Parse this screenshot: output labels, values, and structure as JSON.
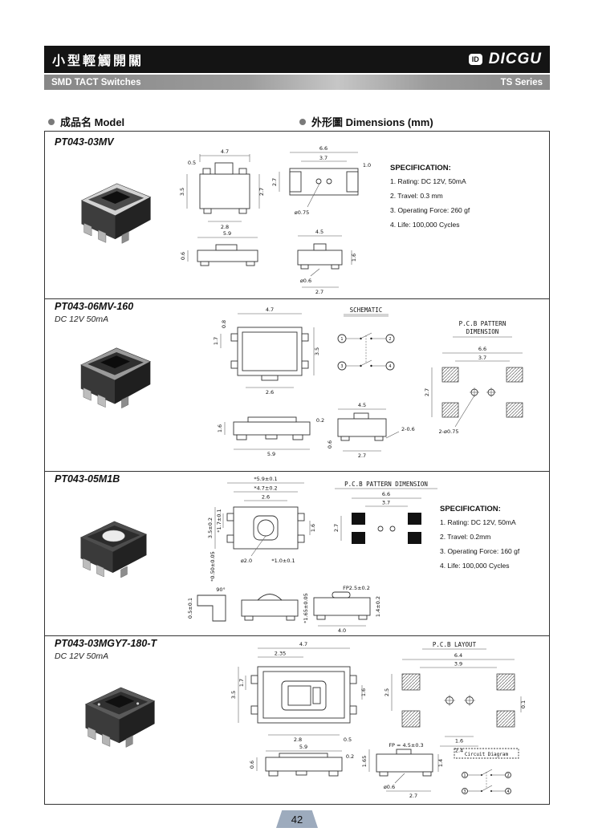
{
  "colors": {
    "header_bg": "#141414",
    "badge_bg": "#9dabbd",
    "page_bg": "#ffffff"
  },
  "header": {
    "title_cn": "小型輕觸開關",
    "brand": "DICGU",
    "brand_icon": "ID",
    "bar_left": "SMD TACT Switches",
    "bar_right": "TS Series"
  },
  "section_labels": {
    "model": "成品名 Model",
    "dimensions": "外形圖 Dimensions (mm)"
  },
  "footer": {
    "page_number": "42"
  },
  "products": [
    {
      "model": "PT043-03MV",
      "spec": {
        "title": "SPECIFICATION:",
        "items": [
          "1. Rating: DC 12V, 50mA",
          "2. Travel: 0.3 mm",
          "3. Operating Force:  260 gf",
          "4. Life: 100,000 Cycles"
        ]
      },
      "dims": {
        "a_w": "4.7",
        "a_tab": "0.5",
        "a_h": "3.5",
        "a_r": "2.7",
        "a_base": "2.8",
        "b_w": "6.6",
        "b_inner": "3.7",
        "b_pad": "1.0",
        "b_h": "2.7",
        "b_hole": "ø0.75",
        "c_w": "5.9",
        "c_h": "0.6",
        "d_w": "4.5",
        "d_h": "1.6",
        "d_hole": "ø0.6",
        "d_base": "2.7"
      }
    },
    {
      "model": "PT043-06MV-160",
      "rating": "DC 12V  50mA",
      "schematic_title": "SCHEMATIC",
      "pcb_title_line1": "P.C.B PATTERN",
      "pcb_title_line2": "DIMENSION",
      "pins": [
        "1",
        "2",
        "3",
        "4"
      ],
      "dims": {
        "a_w": "4.7",
        "a_tab": "0.8",
        "a_pin": "1.7",
        "a_h": "3.5",
        "a_base": "2.6",
        "b_w": "6.6",
        "b_inner": "3.7",
        "b_h": "2.7",
        "b_hole": "2-ø0.75",
        "c_w": "5.9",
        "c_t": "0.2",
        "c_h": "1.6",
        "d_w": "4.5",
        "d_base": "2.7",
        "d_foot": "0.6",
        "d_slot": "2-0.6"
      }
    },
    {
      "model": "PT043-05M1B",
      "pcb_title": "P.C.B PATTERN DIMENSION",
      "spec": {
        "title": "SPECIFICATION:",
        "items": [
          "1. Rating: DC 12V, 50mA",
          "2. Travel:  0.2mm",
          "3. Operating Force: 160 gf",
          "4. Life: 100,000 Cycles"
        ]
      },
      "dims": {
        "a_w1": "*5.9±0.1",
        "a_w2": "*4.7±0.2",
        "a_w3": "2.6",
        "a_h": "3.5±0.2",
        "a_pin": "*1.7±0.1",
        "a_r": "1.6",
        "a_btn": "ø2.0",
        "a_lead": "*1.0±0.1",
        "a_lt": "*0.50±0.05",
        "b_w": "6.6",
        "b_inner": "3.7",
        "b_h": "2.7",
        "c_a": "0.5±0.1",
        "c_b": "90°",
        "d_h": "*1.65±0.05",
        "e_fp": "FP2.5±0.2",
        "e_w": "4.0",
        "e_h": "1.4±0.2"
      }
    },
    {
      "model": "PT043-03MGY7-180-T",
      "rating": "DC 12V  50mA",
      "pcb_title": "P.C.B LAYOUT",
      "circuit_title": "Circuit Diagram",
      "pins": [
        "1",
        "2",
        "3",
        "4"
      ],
      "dims": {
        "a_w": "4.7",
        "a_w2": "2.35",
        "a_h": "3.5",
        "a_pin": "1.7",
        "a_base": "2.8",
        "a_tab": "0.5",
        "a_r": "1.6",
        "b_w": "6.4",
        "b_inner": "3.9",
        "b_h": "2.5",
        "b_gap": "0.1",
        "b_b1": "1.6",
        "b_b2": "2.4",
        "c_w": "5.9",
        "c_t": "0.2",
        "c_h": "0.6",
        "e_fp": "FP = 4.5±0.3",
        "e_a": "1.65",
        "e_hole": "ø0.6",
        "e_base": "2.7",
        "e_h": "1.4"
      }
    }
  ]
}
